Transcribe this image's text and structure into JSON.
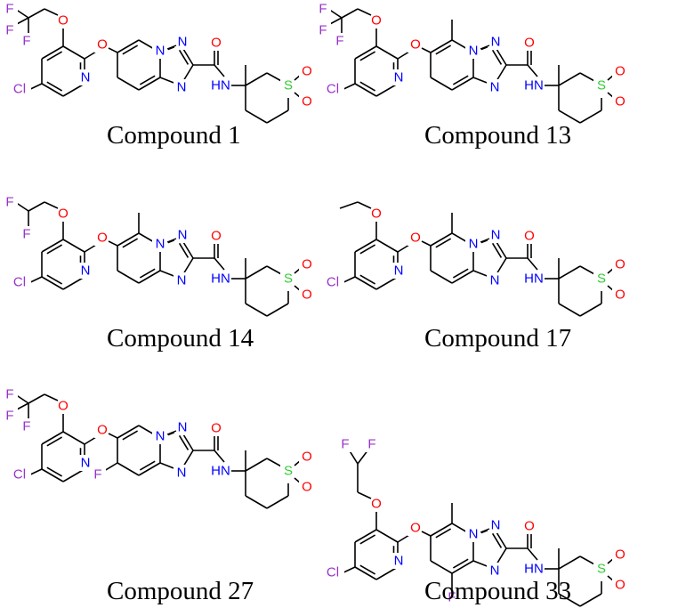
{
  "atom_colors": {
    "C": "#000000",
    "N": "#0000ff",
    "O": "#ff0000",
    "F": "#9933cc",
    "Cl": "#9933cc",
    "S": "#33cc33"
  },
  "compounds": [
    {
      "caption": "Compound 1",
      "methyl_on_ring": false,
      "fluoro_on_ring": "none",
      "ether": "trifluoroethoxy",
      "labels": {
        "ring_N": "N",
        "triazole_N1": "N",
        "triazole_N2": "N",
        "triazole_N3": "N",
        "amide_O": "O",
        "amide_NH": "HN",
        "sulfur": "S",
        "sulfonyl_O1": "O",
        "sulfonyl_O2": "O",
        "bridge_O": "O",
        "ether_O": "O",
        "chloro": "Cl",
        "fluoro_a": "F",
        "fluoro_b": "F",
        "fluoro_c": "F"
      }
    },
    {
      "caption": "Compound 13",
      "methyl_on_ring": true,
      "fluoro_on_ring": "none",
      "ether": "trifluoroethoxy",
      "labels": {
        "ring_N": "N",
        "triazole_N1": "N",
        "triazole_N2": "N",
        "triazole_N3": "N",
        "amide_O": "O",
        "amide_NH": "HN",
        "sulfur": "S",
        "sulfonyl_O1": "O",
        "sulfonyl_O2": "O",
        "bridge_O": "O",
        "ether_O": "O",
        "chloro": "Cl",
        "fluoro_a": "F",
        "fluoro_b": "F",
        "fluoro_c": "F"
      }
    },
    {
      "caption": "Compound 14",
      "methyl_on_ring": true,
      "fluoro_on_ring": "none",
      "ether": "difluoroethoxy",
      "labels": {
        "ring_N": "N",
        "triazole_N1": "N",
        "triazole_N2": "N",
        "triazole_N3": "N",
        "amide_O": "O",
        "amide_NH": "HN",
        "sulfur": "S",
        "sulfonyl_O1": "O",
        "sulfonyl_O2": "O",
        "bridge_O": "O",
        "ether_O": "O",
        "chloro": "Cl",
        "fluoro_a": "F",
        "fluoro_b": "F"
      }
    },
    {
      "caption": "Compound 17",
      "methyl_on_ring": true,
      "fluoro_on_ring": "none",
      "ether": "ethoxy",
      "labels": {
        "ring_N": "N",
        "triazole_N1": "N",
        "triazole_N2": "N",
        "triazole_N3": "N",
        "amide_O": "O",
        "amide_NH": "HN",
        "sulfur": "S",
        "sulfonyl_O1": "O",
        "sulfonyl_O2": "O",
        "bridge_O": "O",
        "ether_O": "O",
        "chloro": "Cl"
      }
    },
    {
      "caption": "Compound 27",
      "methyl_on_ring": false,
      "fluoro_on_ring": "C7",
      "ether": "trifluoroethoxy",
      "labels": {
        "ring_N": "N",
        "triazole_N1": "N",
        "triazole_N2": "N",
        "triazole_N3": "N",
        "amide_O": "O",
        "amide_NH": "HN",
        "sulfur": "S",
        "sulfonyl_O1": "O",
        "sulfonyl_O2": "O",
        "bridge_O": "O",
        "ether_O": "O",
        "chloro": "Cl",
        "fluoro_a": "F",
        "fluoro_b": "F",
        "fluoro_c": "F",
        "ring_F": "F"
      }
    },
    {
      "caption": "Compound 33",
      "methyl_on_ring": true,
      "fluoro_on_ring": "C8",
      "ether": "difluoroethoxy_extended",
      "labels": {
        "ring_N": "N",
        "triazole_N1": "N",
        "triazole_N2": "N",
        "triazole_N3": "N",
        "amide_O": "O",
        "amide_NH": "HN",
        "sulfur": "S",
        "sulfonyl_O1": "O",
        "sulfonyl_O2": "O",
        "bridge_O": "O",
        "ether_O": "O",
        "chloro": "Cl",
        "fluoro_a": "F",
        "fluoro_b": "F",
        "ring_F": "F"
      }
    }
  ]
}
